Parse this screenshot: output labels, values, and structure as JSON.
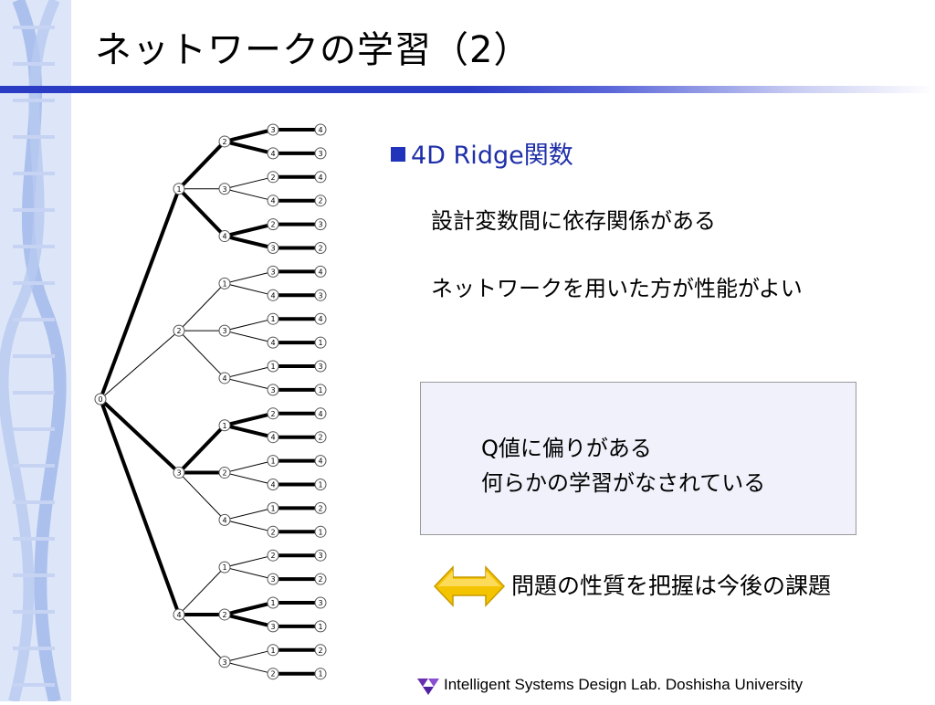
{
  "slide": {
    "title": "ネットワークの学習（2）",
    "bullet": "4D Ridge関数",
    "lines": [
      "設計変数間に依存関係がある",
      "ネットワークを用いた方が性能がよい"
    ],
    "box_lines": [
      "Q値に偏りがある",
      "何らかの学習がなされている"
    ],
    "future_text": "問題の性質を把握は今後の課題",
    "footer": "Intelligent Systems Design Lab. Doshisha University"
  },
  "colors": {
    "title_rule": "#2a3bc4",
    "bullet_text": "#1f2fa8",
    "arrow_fill": "#f5c400",
    "box_bg": "#f0f1fa",
    "logo": "#6a2fb0"
  },
  "tree": {
    "root": "0",
    "branches": [
      {
        "label": "1",
        "children": [
          {
            "label": "2",
            "leaves": [
              [
                "3",
                "4"
              ],
              [
                "4",
                "3"
              ]
            ]
          },
          {
            "label": "3",
            "leaves": [
              [
                "2",
                "4"
              ],
              [
                "4",
                "2"
              ]
            ]
          },
          {
            "label": "4",
            "leaves": [
              [
                "2",
                "3"
              ],
              [
                "3",
                "2"
              ]
            ]
          }
        ]
      },
      {
        "label": "2",
        "children": [
          {
            "label": "1",
            "leaves": [
              [
                "3",
                "4"
              ],
              [
                "4",
                "3"
              ]
            ]
          },
          {
            "label": "3",
            "leaves": [
              [
                "1",
                "4"
              ],
              [
                "4",
                "1"
              ]
            ]
          },
          {
            "label": "4",
            "leaves": [
              [
                "1",
                "3"
              ],
              [
                "3",
                "1"
              ]
            ]
          }
        ]
      },
      {
        "label": "3",
        "children": [
          {
            "label": "1",
            "leaves": [
              [
                "2",
                "4"
              ],
              [
                "4",
                "2"
              ]
            ]
          },
          {
            "label": "2",
            "leaves": [
              [
                "1",
                "4"
              ],
              [
                "4",
                "1"
              ]
            ]
          },
          {
            "label": "4",
            "leaves": [
              [
                "1",
                "2"
              ],
              [
                "2",
                "1"
              ]
            ]
          }
        ]
      },
      {
        "label": "4",
        "children": [
          {
            "label": "1",
            "leaves": [
              [
                "2",
                "3"
              ],
              [
                "3",
                "2"
              ]
            ]
          },
          {
            "label": "2",
            "leaves": [
              [
                "1",
                "3"
              ],
              [
                "3",
                "1"
              ]
            ]
          },
          {
            "label": "3",
            "leaves": [
              [
                "1",
                "2"
              ],
              [
                "2",
                "1"
              ]
            ]
          }
        ]
      }
    ],
    "thick_edges": {
      "root_to_branch": [
        true,
        false,
        true,
        true
      ],
      "branch_to_child": [
        [
          true,
          false,
          true
        ],
        [
          false,
          false,
          false
        ],
        [
          true,
          true,
          false
        ],
        [
          false,
          true,
          false
        ]
      ],
      "child_to_leaf": [
        [
          [
            true,
            true
          ],
          [
            false,
            false
          ],
          [
            true,
            true
          ]
        ],
        [
          [
            false,
            false
          ],
          [
            false,
            false
          ],
          [
            false,
            false
          ]
        ],
        [
          [
            true,
            true
          ],
          [
            false,
            false
          ],
          [
            false,
            false
          ]
        ],
        [
          [
            false,
            false
          ],
          [
            true,
            true
          ],
          [
            false,
            false
          ]
        ]
      ]
    }
  }
}
